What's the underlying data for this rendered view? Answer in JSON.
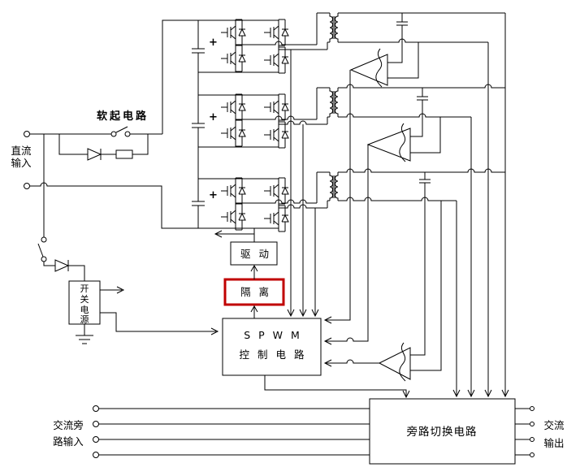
{
  "labels": {
    "dc_input": [
      "直流",
      "输入"
    ],
    "soft_start": "软起电路",
    "psu_chars": [
      "开",
      "关",
      "电",
      "源"
    ],
    "drive": "驱 动",
    "isolation": "隔 离",
    "spwm": [
      "S P W M",
      "控 制 电 路"
    ],
    "bypass": "旁路切换电路",
    "ac_bypass_input": [
      "交流旁",
      "路输入"
    ],
    "ac_output": [
      "交流",
      "输出"
    ],
    "plus": "+"
  },
  "colors": {
    "wire": "#000000",
    "text": "#000000",
    "isolation_border": "#c00000",
    "background": "#ffffff"
  }
}
